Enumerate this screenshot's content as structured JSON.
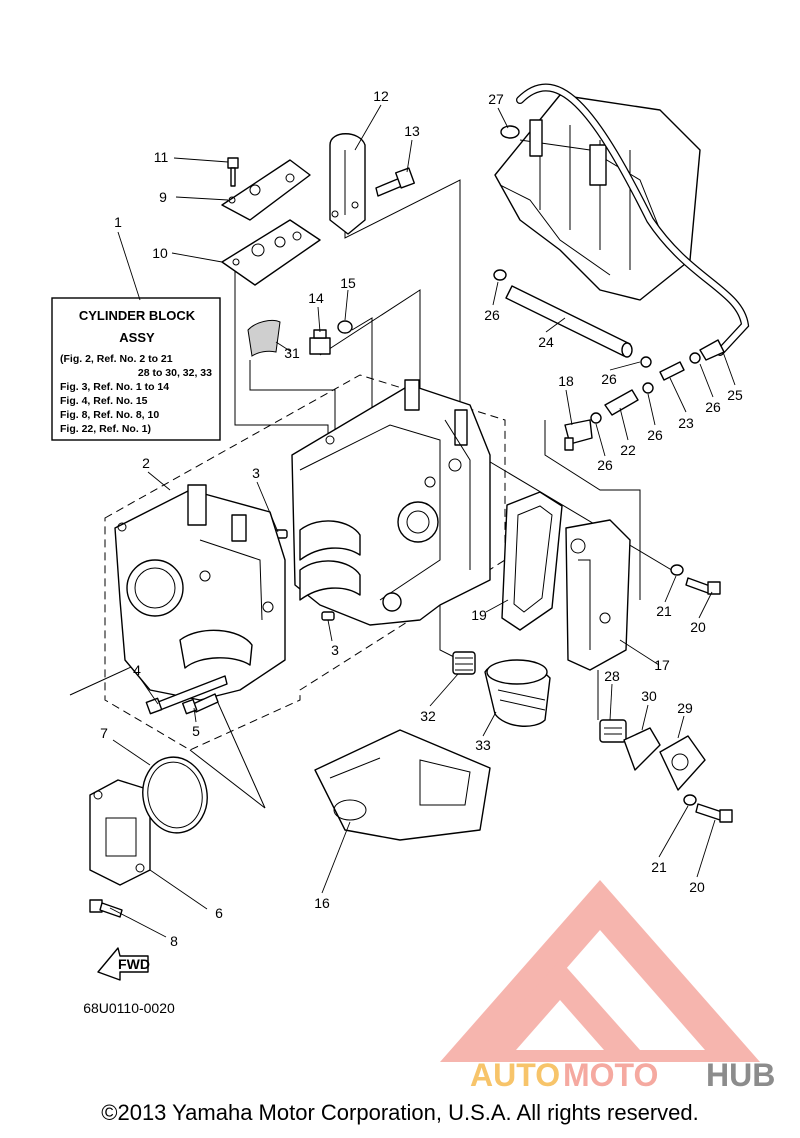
{
  "info_box": {
    "title": "CYLINDER BLOCK",
    "subtitle": "ASSY",
    "lines": [
      "(Fig. 2, Ref. No. 2 to 21",
      "28 to 30, 32, 33",
      "Fig. 3, Ref. No. 1 to 14",
      "Fig. 4, Ref. No. 15",
      "Fig. 8, Ref. No. 8, 10",
      "Fig. 22, Ref. No. 1)"
    ]
  },
  "callouts": {
    "c1": "1",
    "c2": "2",
    "c3a": "3",
    "c3b": "3",
    "c4": "4",
    "c5": "5",
    "c6": "6",
    "c7": "7",
    "c8": "8",
    "c9": "9",
    "c10": "10",
    "c11": "11",
    "c12": "12",
    "c13": "13",
    "c14": "14",
    "c15": "15",
    "c16": "16",
    "c17": "17",
    "c18": "18",
    "c19": "19",
    "c20a": "20",
    "c20b": "20",
    "c21a": "21",
    "c21b": "21",
    "c22": "22",
    "c23": "23",
    "c24": "24",
    "c25": "25",
    "c26a": "26",
    "c26b": "26",
    "c26c": "26",
    "c26d": "26",
    "c26e": "26",
    "c27": "27",
    "c28": "28",
    "c29": "29",
    "c30": "30",
    "c31": "31",
    "c32": "32",
    "c33": "33"
  },
  "fwd_label": "FWD",
  "drawing_code": "68U0110-0020",
  "watermark": {
    "text_auto": "AUTO",
    "text_moto": "MOTO",
    "text_hub": "HUB",
    "color_primary": "#f5a9a0",
    "color_secondary": "#f7c46a",
    "color_hub": "#8c8c8c"
  },
  "copyright": "©2013 Yamaha Motor Corporation, U.S.A. All rights reserved."
}
